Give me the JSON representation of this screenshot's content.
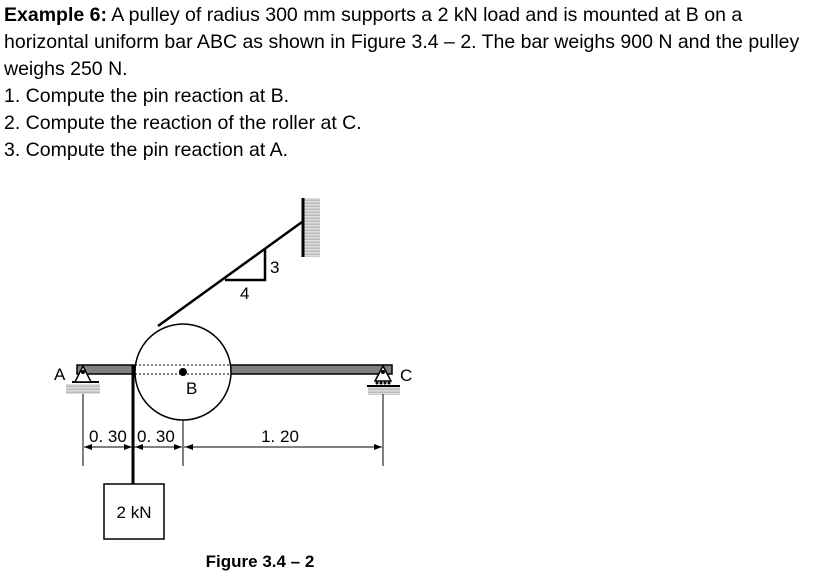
{
  "problem": {
    "heading": "Example 6:",
    "statement": " A pulley of radius 300 mm supports a 2 kN load and is mounted at B on a horizontal uniform bar ABC as shown in Figure 3.4 – 2.  The bar weighs 900 N and the pulley weighs 250 N.",
    "questions": [
      "1. Compute the pin reaction at B.",
      "2. Compute the reaction of the roller at C.",
      "3. Compute the pin reaction at A."
    ]
  },
  "figure": {
    "labels": {
      "a": "A",
      "b": "B",
      "c": "C"
    },
    "slope": {
      "rise": "3",
      "run": "4"
    },
    "dimensions": [
      "0. 30",
      "0. 30",
      "1. 20"
    ],
    "load": "2 kN",
    "caption": "Figure 3.4 – 2"
  }
}
